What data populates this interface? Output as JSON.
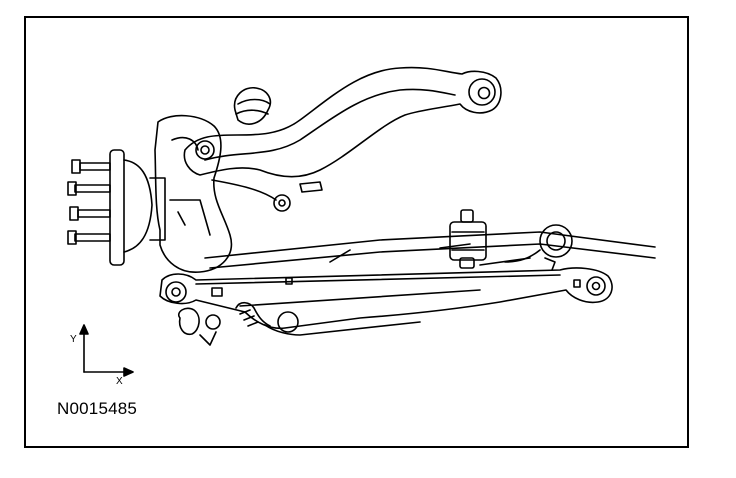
{
  "figure": {
    "reference_code": "N0015485",
    "axis_y_label": "Y",
    "axis_x_label": "X"
  },
  "colors": {
    "line": "#000000",
    "background": "#ffffff"
  },
  "components": [
    "wheel-hub",
    "wheel-knuckle",
    "upper-control-arm",
    "lower-control-arm",
    "subframe",
    "stabilizer-bar-link",
    "toe-link"
  ]
}
